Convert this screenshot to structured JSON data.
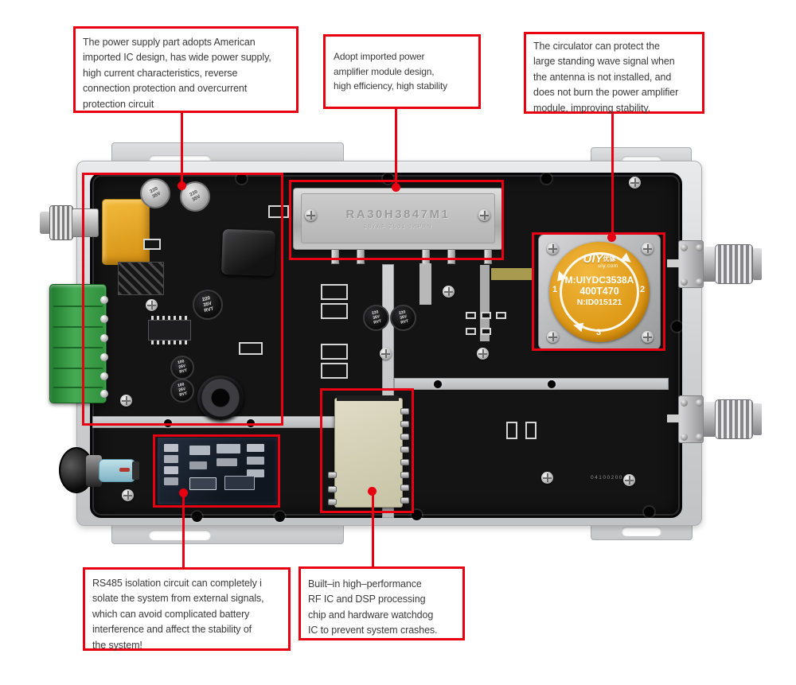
{
  "accent": {
    "annotation_red": "#e60012",
    "circulator_orange": "#e8a020",
    "terminal_green": "#3fa34b"
  },
  "callouts": {
    "power": "The power supply part adopts American\nimported IC design, has wide power supply,\nhigh current characteristics, reverse\nconnection protection and overcurrent\nprotection circuit",
    "amplifier": "Adopt imported power\namplifier module design,\nhigh efficiency, high stability",
    "circulator": "The circulator can protect the\nlarge standing wave signal when\nthe antenna is not installed, and\ndoes not burn the power amplifier\nmodule, improving stability.",
    "rs485": "RS485 isolation circuit can completely i\nsolate the system from external signals,\nwhich can avoid complicated battery\ninterference and affect the stability of\nthe system!",
    "rfic": "Built–in high–performance\nRF IC and DSP processing\nchip and hardware watchdog\nIC to prevent system crashes."
  },
  "board": {
    "pa_module": {
      "part_number": "RA30H3847M1",
      "date_code": "187AF  2501  JAPAN"
    },
    "circulator": {
      "brand": "UIY",
      "brand_cn": "优镓",
      "site": "uiy.com",
      "model": "M:UIYDC3538A",
      "band": "400T470",
      "serial": "N:ID015121",
      "port_1": "1",
      "port_2": "2",
      "port_3": "3"
    },
    "cap_top": "220\n35V",
    "cap_large": "220\n35V\nRVT",
    "cap_small": "100\n25V\nRVT",
    "board_serial": "04100200"
  }
}
